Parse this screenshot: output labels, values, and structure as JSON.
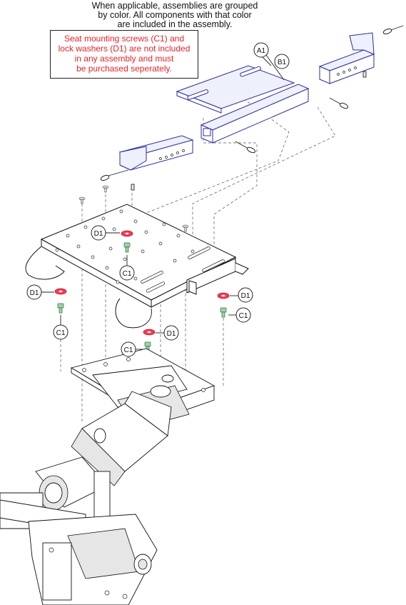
{
  "notes": {
    "assembly_note_lines": [
      "When applicable, assemblies are grouped",
      "by color. All components with that color",
      "are included in the assembly."
    ],
    "warning_lines": [
      "Seat mounting screws (C1) and",
      "lock washers (D1) are not included",
      "in any assembly and must",
      "be purchased seperately."
    ],
    "warning_color": "#e5232b"
  },
  "callouts": {
    "a1": "A1",
    "b1": "B1",
    "d1_center": "D1",
    "c1_center": "C1",
    "d1_left": "D1",
    "c1_left": "C1",
    "d1_right": "D1",
    "c1_right": "C1",
    "d1_bottom": "D1",
    "c1_bottom": "C1"
  },
  "colors": {
    "assembly_blue": "#2c2c9a",
    "washer_red": "#f23c56",
    "screw_green": "#9fd2a8"
  }
}
